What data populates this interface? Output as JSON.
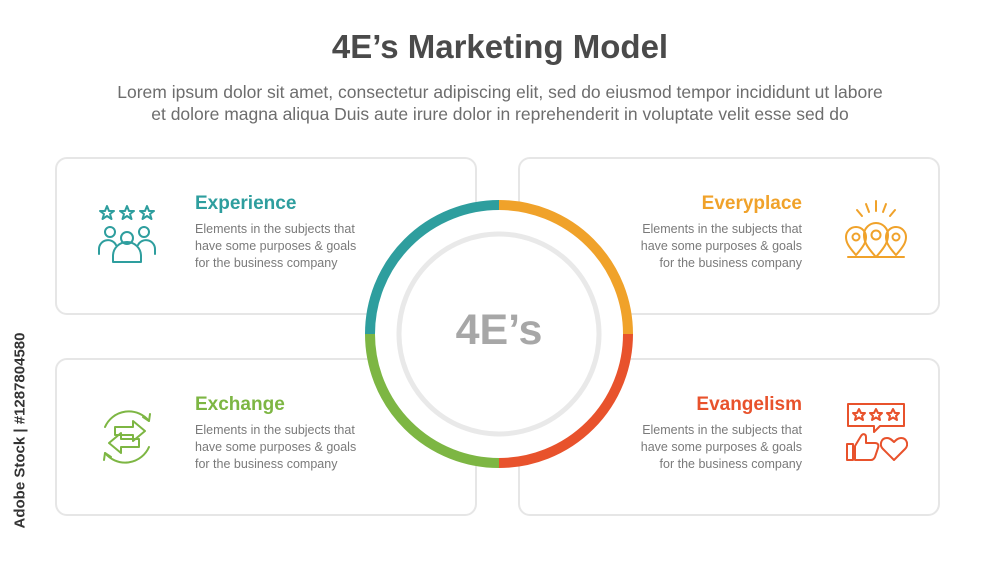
{
  "title": "4E’s Marketing Model",
  "subtitle": {
    "line1": "Lorem ipsum dolor sit amet, consectetur adipiscing elit, sed do eiusmod tempor incididunt ut labore",
    "line2": "et dolore magna aliqua Duis aute irure dolor in reprehenderit in voluptate velit esse sed do"
  },
  "center_label": "4E’s",
  "items": [
    {
      "heading": "Experience",
      "color": "#2e9e9e",
      "desc": [
        "Elements in the subjects that",
        "have  some purposes & goals",
        "for the  business company"
      ],
      "icon": "people-rating-icon"
    },
    {
      "heading": "Everyplace",
      "color": "#f0a22a",
      "desc": [
        "Elements in the subjects that",
        "have  some purposes & goals",
        "for the  business company"
      ],
      "icon": "location-pins-icon"
    },
    {
      "heading": "Exchange",
      "color": "#7db643",
      "desc": [
        "Elements in the subjects that",
        "have  some purposes & goals",
        "for the  business company"
      ],
      "icon": "exchange-arrows-icon"
    },
    {
      "heading": "Evangelism",
      "color": "#e8522c",
      "desc": [
        "Elements in the subjects that",
        "have  some purposes & goals",
        "for the  business company"
      ],
      "icon": "review-feedback-icon"
    }
  ],
  "watermark": "Adobe Stock | #1287804580"
}
